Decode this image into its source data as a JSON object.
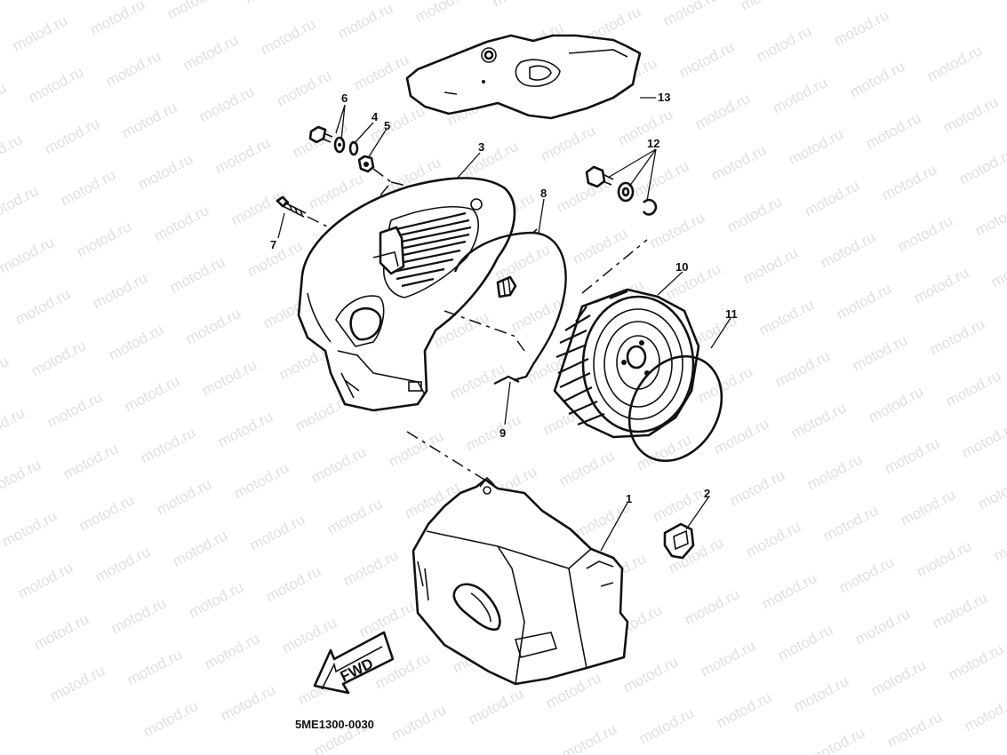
{
  "diagram": {
    "watermark_text": "motod.ru",
    "part_code": "5ME1300-0030",
    "direction_label": "FWD",
    "callouts": [
      {
        "id": "1",
        "label": "1"
      },
      {
        "id": "2",
        "label": "2"
      },
      {
        "id": "3",
        "label": "3"
      },
      {
        "id": "4",
        "label": "4"
      },
      {
        "id": "5",
        "label": "5"
      },
      {
        "id": "6",
        "label": "6"
      },
      {
        "id": "7",
        "label": "7"
      },
      {
        "id": "8",
        "label": "8"
      },
      {
        "id": "9",
        "label": "9"
      },
      {
        "id": "10",
        "label": "10"
      },
      {
        "id": "11",
        "label": "11"
      },
      {
        "id": "12",
        "label": "12"
      },
      {
        "id": "13",
        "label": "13"
      }
    ]
  },
  "colors": {
    "line": "#111111",
    "background": "#ffffff",
    "watermark": "#e0e0e0"
  }
}
